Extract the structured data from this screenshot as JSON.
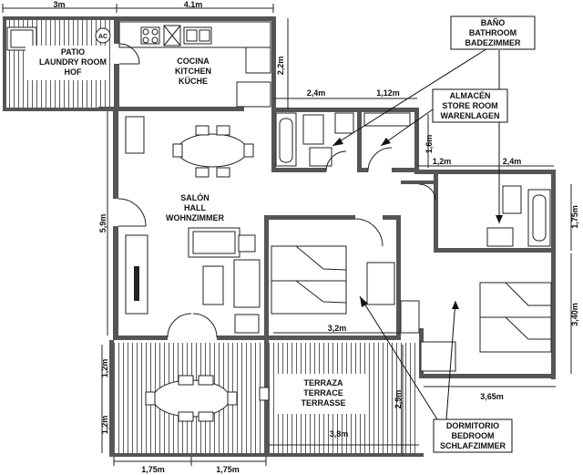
{
  "rooms": {
    "patio": [
      "PATIO",
      "LAUNDRY ROOM",
      "HOF"
    ],
    "kitchen": [
      "COCINA",
      "KITCHEN",
      "KÜCHE"
    ],
    "salon": [
      "SALÓN",
      "HALL",
      "WOHNZIMMER"
    ],
    "terrace": [
      "TERRAZA",
      "TERRACE",
      "TERRASSE"
    ]
  },
  "callouts": {
    "bathroom": [
      "BAÑO",
      "BATHROOM",
      "BADEZIMMER"
    ],
    "store": [
      "ALMACÉN",
      "STORE ROOM",
      "WARENLAGEN"
    ],
    "bedroom": [
      "DORMITORIO",
      "BEDROOM",
      "SCHLAFZIMMER"
    ]
  },
  "appliance": "AC",
  "dimensions": {
    "patio_width": "3m",
    "kitchen_width": "4,1m",
    "kitchen_depth": "2,2m",
    "bath_width": "2,4m",
    "store_width": "1,12m",
    "store_depth": "1,6m",
    "corridor_width": "1,2m",
    "bath2_width": "2,4m",
    "bath2_depth": "1,75m",
    "salon_depth": "5,9m",
    "bedroom1_width": "3,2m",
    "bedroom2_depth": "3,40m",
    "bedroom2_width": "3,65m",
    "terrace_depth": "2,9m",
    "terrace_width": "3,8m",
    "terrace_left_1": "1,2m",
    "terrace_left_2": "1,2m",
    "terrace_bottom_1": "1,75m",
    "terrace_bottom_2": "1,75m"
  }
}
